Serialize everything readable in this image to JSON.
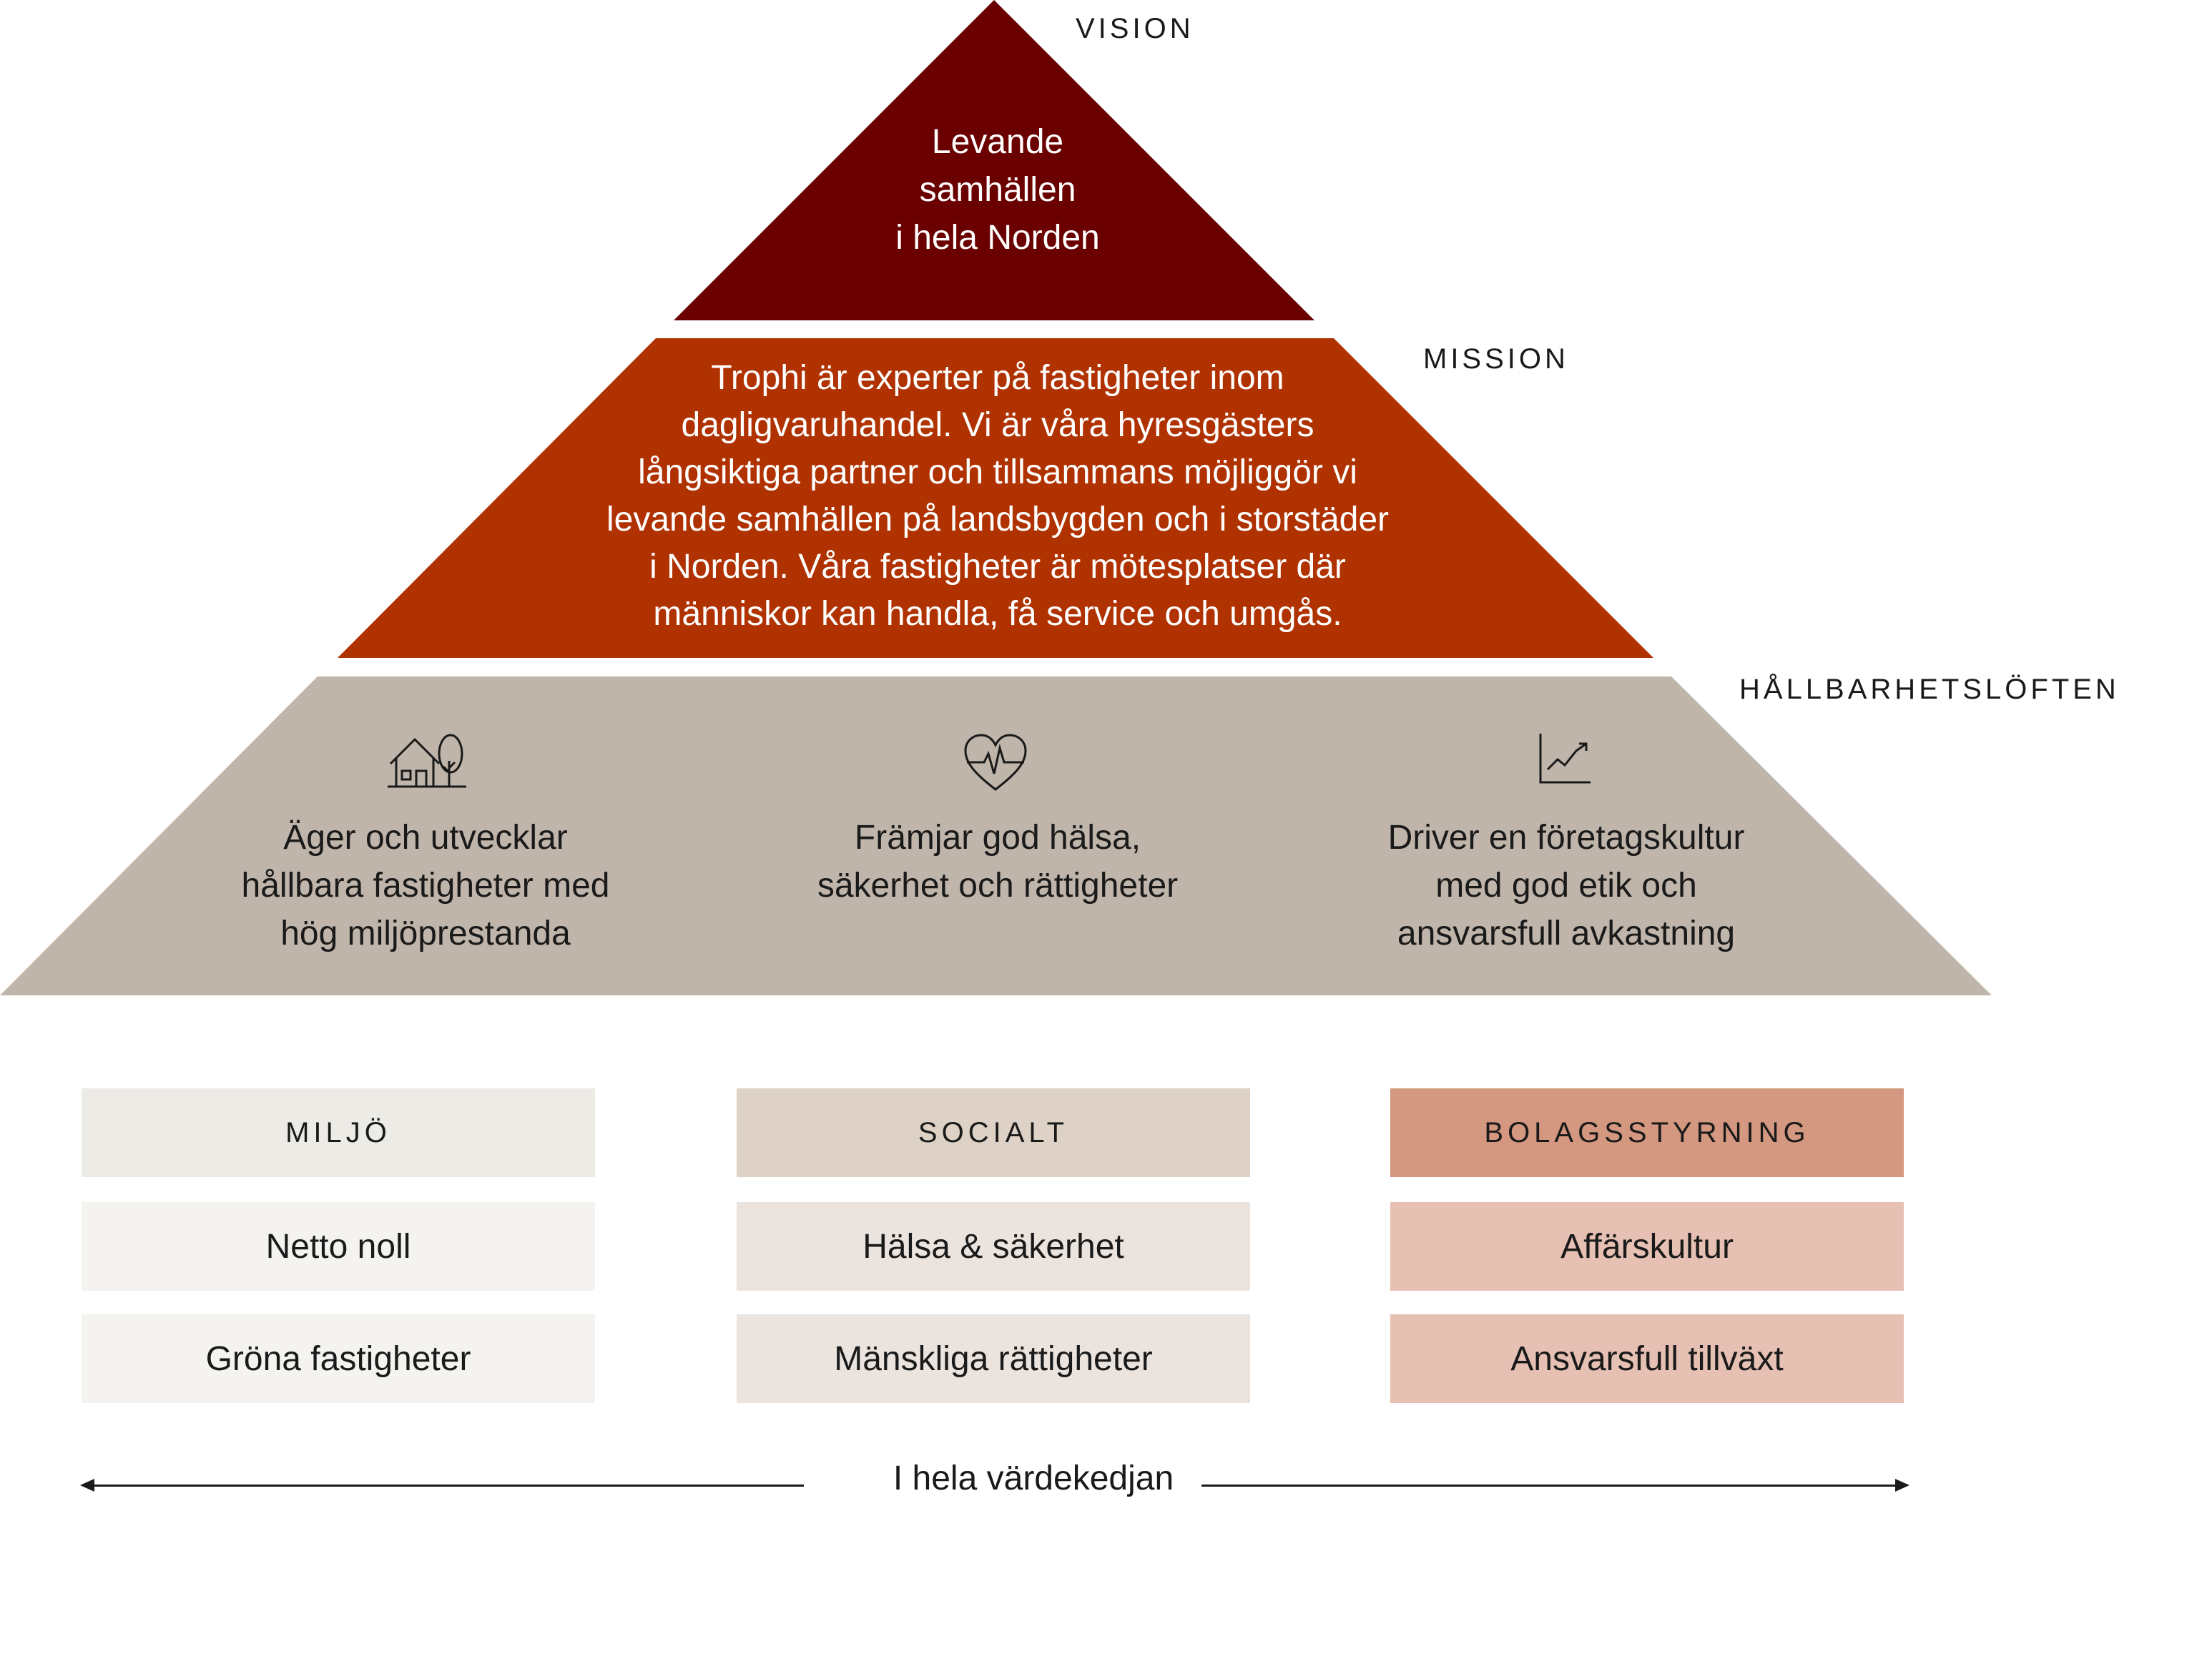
{
  "layers": {
    "vision_label": "VISION",
    "vision_text": "Levande\nsamhällen\ni hela Norden",
    "mission_label": "MISSION",
    "mission_text": "Trophi är experter på fastigheter inom\ndagligvaruhandel. Vi är våra hyresgästers\nlångsiktiga partner och tillsammans möjliggör vi\nlevande samhällen på landsbygden och i storstäder\ni Norden. Våra fastigheter är mötesplatser där\nmänniskor kan handla, få service och umgås.",
    "promises_label": "HÅLLBARHETSLÖFTEN"
  },
  "promises": [
    {
      "icon": "house-tree-icon",
      "text": "Äger och utvecklar\nhållbara fastigheter med\nhög miljöprestanda"
    },
    {
      "icon": "heart-pulse-icon",
      "text": "Främjar god hälsa,\nsäkerhet och rättigheter"
    },
    {
      "icon": "growth-chart-icon",
      "text": "Driver en företagskultur\nmed god etik och\nansvarsfull avkastning"
    }
  ],
  "columns": [
    {
      "heading": "MILJÖ",
      "items": [
        "Netto noll",
        "Gröna fastigheter"
      ]
    },
    {
      "heading": "SOCIALT",
      "items": [
        "Hälsa & säkerhet",
        "Mänskliga rättigheter"
      ]
    },
    {
      "heading": "BOLAGSSTYRNING",
      "items": [
        "Affärskultur",
        "Ansvarsfull tillväxt"
      ]
    }
  ],
  "footer": {
    "label": "I hela värdekedjan"
  },
  "colors": {
    "vision": "#6b0000",
    "mission": "#b03200",
    "promises": "#bfb5aa",
    "miljo_head": "#edebe6",
    "miljo_item": "#f4f3f0",
    "socialt_head": "#ded2c6",
    "socialt_item": "#ebe3dd",
    "bolag_head": "#d4977f",
    "bolag_item": "#e6c0b3"
  }
}
